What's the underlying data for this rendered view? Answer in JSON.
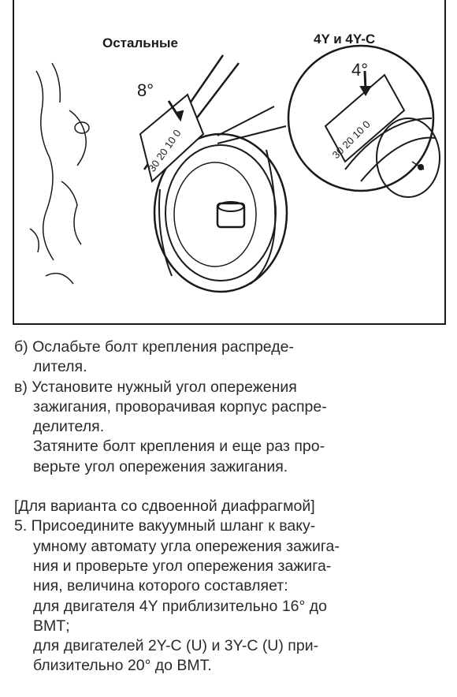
{
  "figure": {
    "label_left": "Остальные",
    "label_right": "4Y и 4Y-C",
    "angle_left": "8°",
    "angle_right": "4°",
    "scale_marks": "30 20 10 0"
  },
  "text": {
    "lines": [
      "б) Ослабьте болт крепления распреде-",
      "лителя.",
      "в) Установите нужный угол опережения",
      "зажигания, проворачивая корпус распре-",
      "делителя.",
      "Затяните болт крепления и еще раз про-",
      "верьте угол опережения зажигания.",
      "",
      "[Для варианта со сдвоенной диафрагмой]",
      "5. Присоедините вакуумный шланг к ваку-",
      "умному автомату угла опережения зажига-",
      "ния и проверьте угол опережения зажига-",
      "ния, величина которого составляет:",
      "для двигателя 4Y приблизительно 16° до",
      "ВМТ;",
      "для двигателей 2Y-C (U) и 3Y-C (U) при-",
      "близительно 20° до ВМТ."
    ]
  }
}
